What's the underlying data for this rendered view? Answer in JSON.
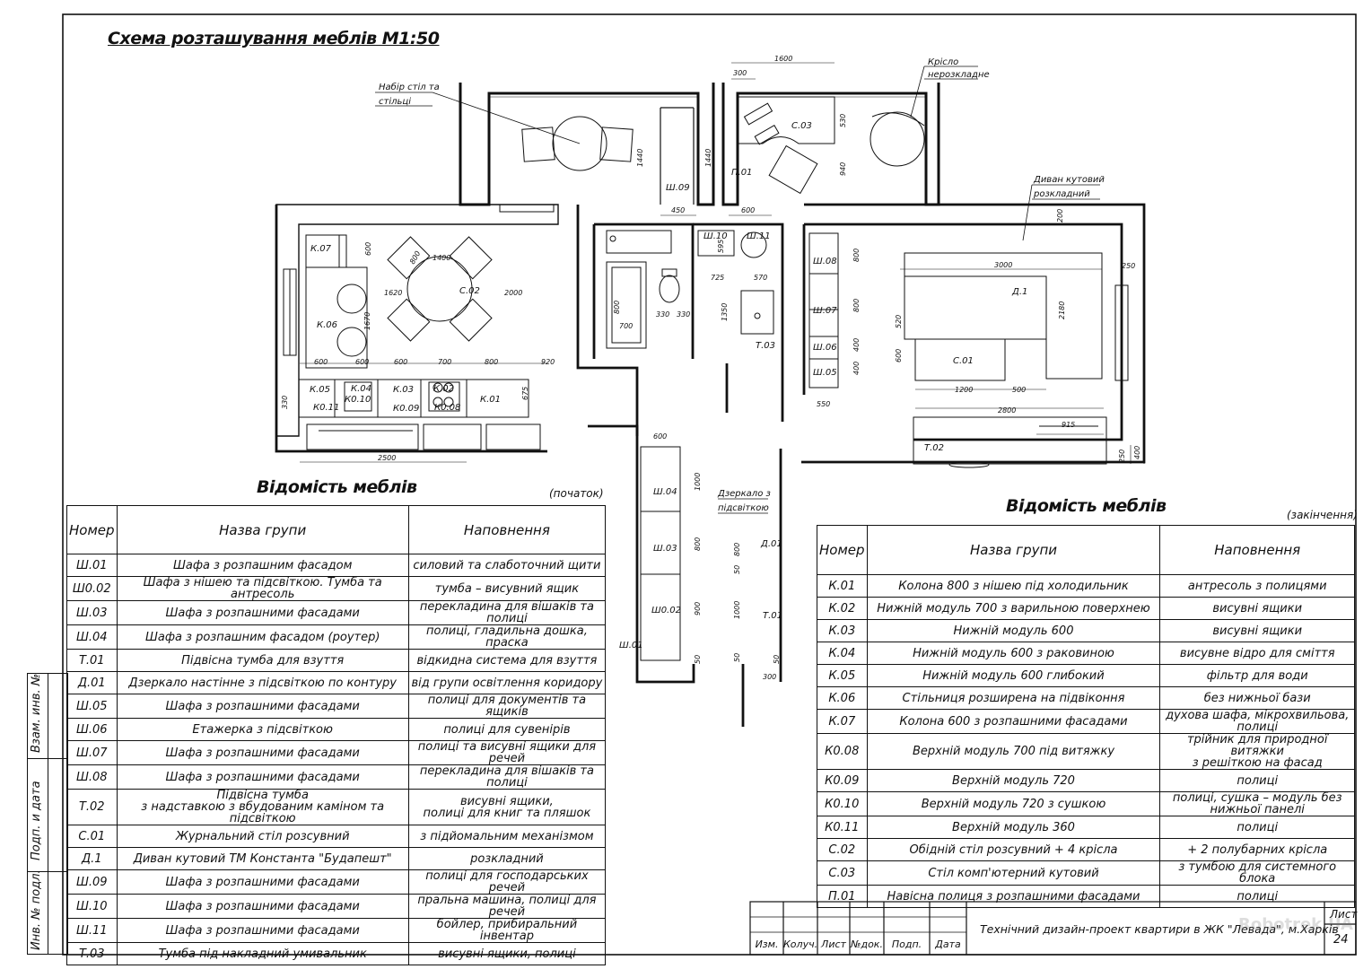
{
  "plan": {
    "title": "Схема розташування меблів М1:50",
    "callouts": {
      "table_set_1": "Набір стіл та",
      "table_set_2": "стільці",
      "chair_1": "Крісло",
      "chair_2": "нерозкладне",
      "sofa_1": "Диван кутовий",
      "sofa_2": "розкладний",
      "mirror_1": "Дзеркало з",
      "mirror_2": "підсвіткою"
    },
    "labels": {
      "k07": "К.07",
      "k06": "К.06",
      "c02": "С.02",
      "k05": "К.05",
      "k04": "К.04",
      "k03": "К.03",
      "k02": "К.02",
      "k01": "К.01",
      "k011": "К0.11",
      "k010": "К0.10",
      "k009": "К0.09",
      "k008": "К0.08",
      "sh09": "Ш.09",
      "p01": "П.01",
      "c03": "С.03",
      "sh10": "Ш.10",
      "sh11": "Ш.11",
      "t03": "Т.03",
      "sh08": "Ш.08",
      "sh07": "Ш.07",
      "sh06": "Ш.06",
      "sh05": "Ш.05",
      "d1": "Д.1",
      "c01": "С.01",
      "t02": "Т.02",
      "sh04": "Ш.04",
      "sh03": "Ш.03",
      "sh002": "Ш0.02",
      "sh01": "Ш.01",
      "d01": "Д.01",
      "t01": "Т.01"
    },
    "dims": {
      "d300a": "300",
      "d1600": "1600",
      "d1440a": "1440",
      "d1440b": "1440",
      "d450": "450",
      "d600a": "600",
      "d530": "530",
      "d940": "940",
      "d600b": "600",
      "d1620": "1620",
      "d2000": "2000",
      "d1670": "1670",
      "d800a": "800",
      "d600c": "600",
      "d600d": "600",
      "d600e": "600",
      "d700a": "700",
      "d800b": "800",
      "d920": "920",
      "d675": "675",
      "d330a": "330",
      "d2500": "2500",
      "d595": "595",
      "d725": "725",
      "d570": "570",
      "d800c": "800",
      "d700b": "700",
      "d330b": "330",
      "d330c": "330",
      "d1350": "1350",
      "d800d": "800",
      "d800e": "800",
      "d400a": "400",
      "d400b": "400",
      "d550": "550",
      "d200": "200",
      "d3000": "3000",
      "d250": "250",
      "d2180": "2180",
      "d520": "520",
      "d600f": "600",
      "d1200": "1200",
      "d500": "500",
      "d2800": "2800",
      "d915": "915",
      "d250b": "250",
      "d400c": "400",
      "d600g": "600",
      "d1000a": "1000",
      "d800f": "800",
      "d900": "900",
      "d50a": "50",
      "d800g": "800",
      "d50b": "50",
      "d1000b": "1000",
      "d50c": "50",
      "d300b": "300",
      "d50d": "50",
      "d1400": "1400"
    }
  },
  "left_table": {
    "title": "Відомість меблів",
    "subtitle": "(початок)",
    "headers": [
      "Номер",
      "Назва групи",
      "Наповнення"
    ],
    "rows": [
      [
        "Ш.01",
        "Шафа з розпашним фасадом",
        "силовий та слаботочний щити"
      ],
      [
        "Ш0.02",
        "Шафа з нішею та підсвіткою. Тумба та антресоль",
        "тумба – висувний ящик"
      ],
      [
        "Ш.03",
        "Шафа з розпашними фасадами",
        "перекладина для вішаків та полиці"
      ],
      [
        "Ш.04",
        "Шафа з розпашним фасадом (роутер)",
        "полиці, гладильна дошка, праска"
      ],
      [
        "Т.01",
        "Підвісна тумба для взуття",
        "відкидна система для взуття"
      ],
      [
        "Д.01",
        "Дзеркало настінне з підсвіткою по контуру",
        "від групи освітлення коридору"
      ],
      [
        "Ш.05",
        "Шафа з розпашними фасадами",
        "полиці для документів та ящиків"
      ],
      [
        "Ш.06",
        "Етажерка з підсвіткою",
        "полиці для сувенірів"
      ],
      [
        "Ш.07",
        "Шафа з розпашними фасадами",
        "полиці та висувні ящики для речей"
      ],
      [
        "Ш.08",
        "Шафа з розпашними фасадами",
        "перекладина для вішаків та полиці"
      ],
      [
        "Т.02",
        "Підвісна тумба\nз надставкою з вбудованим каміном та підсвіткою",
        "висувні ящики,\nполиці для книг та пляшок"
      ],
      [
        "С.01",
        "Журнальний стіл розсувний",
        "з підйомальним механізмом"
      ],
      [
        "Д.1",
        "Диван кутовий ТМ Константа \"Будапешт\"",
        "розкладний"
      ],
      [
        "Ш.09",
        "Шафа з розпашними фасадами",
        "полиці для господарських речей"
      ],
      [
        "Ш.10",
        "Шафа з розпашними фасадами",
        "пральна машина, полиці для речей"
      ],
      [
        "Ш.11",
        "Шафа з розпашними фасадами",
        "бойлер, прибиральний інвентар"
      ],
      [
        "Т.03",
        "Тумба під накладний умивальник",
        "висувні ящики, полиці"
      ]
    ]
  },
  "right_table": {
    "title": "Відомість меблів",
    "subtitle": "(закінчення)",
    "headers": [
      "Номер",
      "Назва групи",
      "Наповнення"
    ],
    "rows": [
      [
        "К.01",
        "Колона 800 з нішею під холодильник",
        "антресоль з полицями"
      ],
      [
        "К.02",
        "Нижній модуль 700 з варильною поверхнею",
        "висувні ящики"
      ],
      [
        "К.03",
        "Нижній модуль 600",
        "висувні ящики"
      ],
      [
        "К.04",
        "Нижній модуль 600 з раковиною",
        "висувне відро для сміття"
      ],
      [
        "К.05",
        "Нижній модуль 600 глибокий",
        "фільтр для води"
      ],
      [
        "К.06",
        "Стільниця розширена на підвіконня",
        "без нижньої бази"
      ],
      [
        "К.07",
        "Колона 600 з розпашними фасадами",
        "духова шафа, мікрохвильова, полиці"
      ],
      [
        "К0.08",
        "Верхній модуль 700 під витяжку",
        "трійник для природної витяжки\nз решіткою на фасад"
      ],
      [
        "К0.09",
        "Верхній модуль 720",
        "полиці"
      ],
      [
        "К0.10",
        "Верхній модуль 720 з сушкою",
        "полиці, сушка – модуль без нижньої панелі"
      ],
      [
        "К0.11",
        "Верхній модуль 360",
        "полиці"
      ],
      [
        "С.02",
        "Обідній стіл розсувний + 4 крісла",
        "+ 2 полубарних крісла"
      ],
      [
        "С.03",
        "Стіл комп'ютерний кутовий",
        "з тумбою для системного блока"
      ],
      [
        "П.01",
        "Навісна полиця з розпашними фасадами",
        "полиці"
      ]
    ]
  },
  "side_stamp": {
    "cell1": "Взам. инв. №",
    "cell2": "Подп. и дата",
    "cell3": "Инв. № подл."
  },
  "title_block": {
    "cols": [
      "Изм.",
      "Колуч.",
      "Лист",
      "№док.",
      "Подп.",
      "Дата"
    ],
    "project": "Технічний дизайн-проект квартири в ЖК \"Левада\", м.Харків",
    "sheet_label": "Лист",
    "sheet_no": "24"
  },
  "watermark": "Robotrek.UA"
}
